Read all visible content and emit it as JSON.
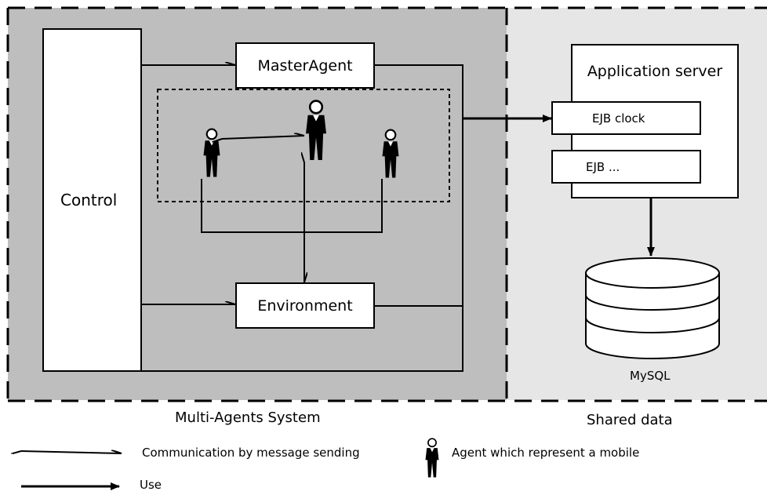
{
  "zones": {
    "left_label": "Multi-Agents System",
    "right_label": "Shared data"
  },
  "boxes": {
    "control": "Control",
    "master_agent": "MasterAgent",
    "environment": "Environment",
    "app_server": "Application server",
    "ejb_clock": "EJB clock",
    "ejb_more": "EJB ..."
  },
  "database": {
    "label": "MySQL"
  },
  "legend": {
    "message_sending": "Communication by message sending",
    "use": "Use",
    "agent": "Agent which represent a mobile"
  },
  "colors": {
    "mas_zone": "#bebebe",
    "shared_zone": "#e6e6e6"
  }
}
